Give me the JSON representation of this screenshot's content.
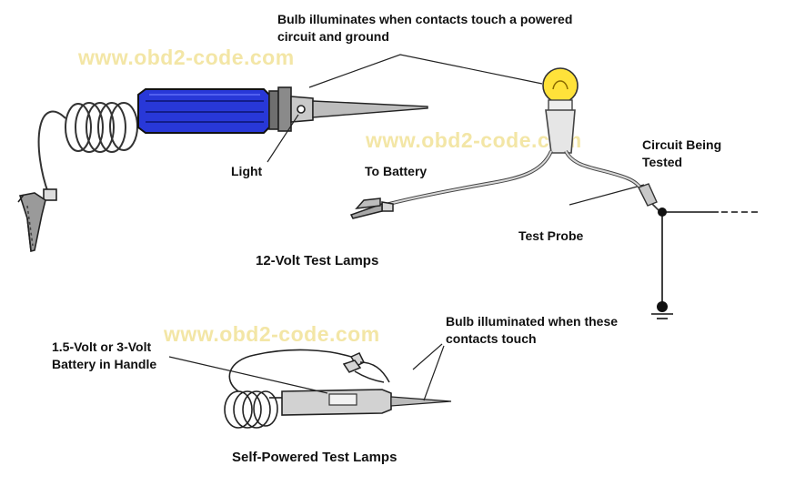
{
  "watermarks": [
    "www.obd2-code.com",
    "www.obd2-code.com",
    "www.obd2-code.com"
  ],
  "labels": {
    "bulb_top_line1": "Bulb illuminates when contacts touch a powered",
    "bulb_top_line2": "circuit and ground",
    "light": "Light",
    "to_battery": "To Battery",
    "circuit_line1": "Circuit Being",
    "circuit_line2": "Tested",
    "test_probe": "Test Probe",
    "title_12v": "12-Volt Test Lamps",
    "battery_line1": "1.5-Volt or 3-Volt",
    "battery_line2": "Battery in Handle",
    "contacts_line1": "Bulb illuminated when these",
    "contacts_line2": "contacts touch",
    "title_self": "Self-Powered Test Lamps"
  },
  "colors": {
    "handle_blue": "#2838d8",
    "bulb_yellow": "#ffe23a",
    "watermark": "#f3e6a6"
  }
}
